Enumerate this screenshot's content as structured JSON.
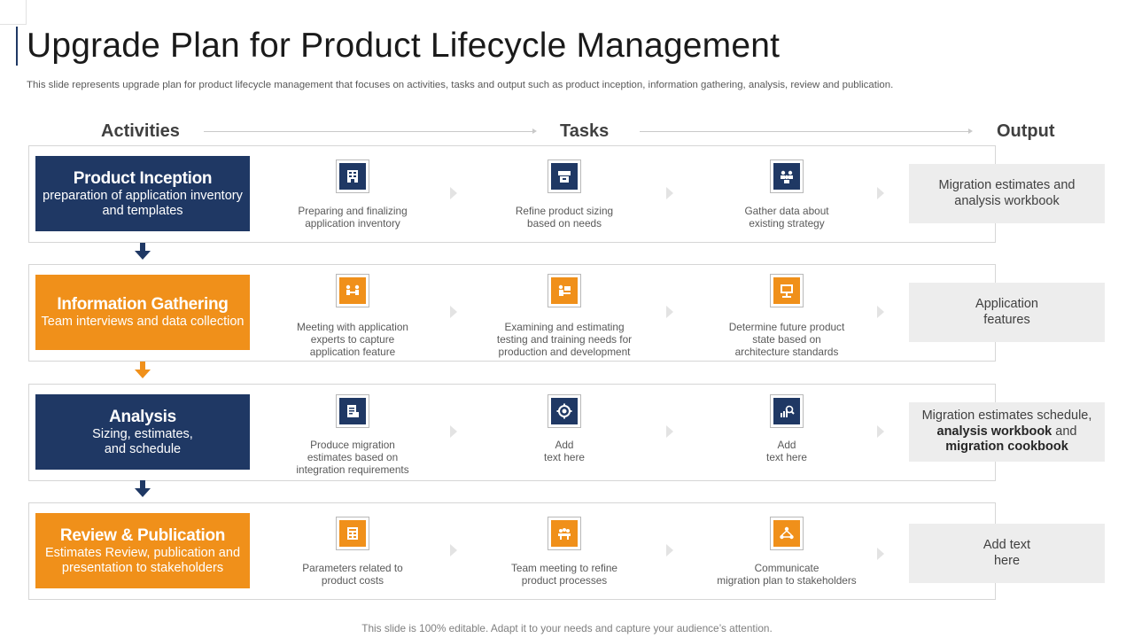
{
  "slide": {
    "title": "Upgrade Plan for Product Lifecycle Management",
    "subtitle": "This slide represents upgrade plan for product lifecycle management that focuses on activities, tasks and output such as product inception, information gathering, analysis, review and publication.",
    "footer": "This slide is 100% editable. Adapt it to your needs and capture your audience’s attention."
  },
  "headers": {
    "activities": "Activities",
    "tasks": "Tasks",
    "output": "Output"
  },
  "colors": {
    "navy": "#1f3864",
    "orange": "#f0901a",
    "output_bg": "#ededed",
    "frame": "#d6d6d6"
  },
  "rows": [
    {
      "activity_title": "Product Inception",
      "activity_desc": "preparation of application inventory and templates",
      "color": "navy",
      "tasks": [
        {
          "icon": "inventory-icon",
          "text": "Preparing and finalizing\napplication inventory"
        },
        {
          "icon": "sizing-icon",
          "text": "Refine product sizing\nbased on needs"
        },
        {
          "icon": "team-data-icon",
          "text": "Gather data about\nexisting strategy"
        }
      ],
      "output": {
        "before": "Migration estimates and analysis workbook",
        "bold1": "",
        "mid": "",
        "bold2": ""
      }
    },
    {
      "activity_title": "Information Gathering",
      "activity_desc": "Team interviews and data collection",
      "color": "orange",
      "tasks": [
        {
          "icon": "meeting-icon",
          "text": "Meeting with application\nexperts to capture\napplication feature"
        },
        {
          "icon": "training-icon",
          "text": "Examining and estimating\ntesting and training needs for\nproduction and development"
        },
        {
          "icon": "presentation-icon",
          "text": "Determine future product\nstate based on\narchitecture standards"
        }
      ],
      "output": {
        "before": "Application features",
        "bold1": "",
        "mid": "",
        "bold2": ""
      }
    },
    {
      "activity_title": "Analysis",
      "activity_desc": "Sizing, estimates, and schedule",
      "color": "navy",
      "tasks": [
        {
          "icon": "document-icon",
          "text": "Produce migration\nestimates based on\nintegration requirements"
        },
        {
          "icon": "gear-globe-icon",
          "text": "Add\ntext here"
        },
        {
          "icon": "chart-search-icon",
          "text": "Add\ntext here"
        }
      ],
      "output": {
        "before": "Migration estimates schedule,",
        "bold1": "analysis workbook",
        "mid": " and",
        "bold2": "migration cookbook"
      }
    },
    {
      "activity_title": "Review & Publication",
      "activity_desc": "Estimates Review, publication and presentation to stakeholders",
      "color": "orange",
      "tasks": [
        {
          "icon": "cost-sheet-icon",
          "text": "Parameters related to\nproduct costs"
        },
        {
          "icon": "team-meeting-icon",
          "text": "Team meeting to refine\nproduct processes"
        },
        {
          "icon": "network-people-icon",
          "text": "Communicate\nmigration plan to stakeholders"
        }
      ],
      "output": {
        "before": "Add text here",
        "bold1": "",
        "mid": "",
        "bold2": ""
      }
    }
  ]
}
